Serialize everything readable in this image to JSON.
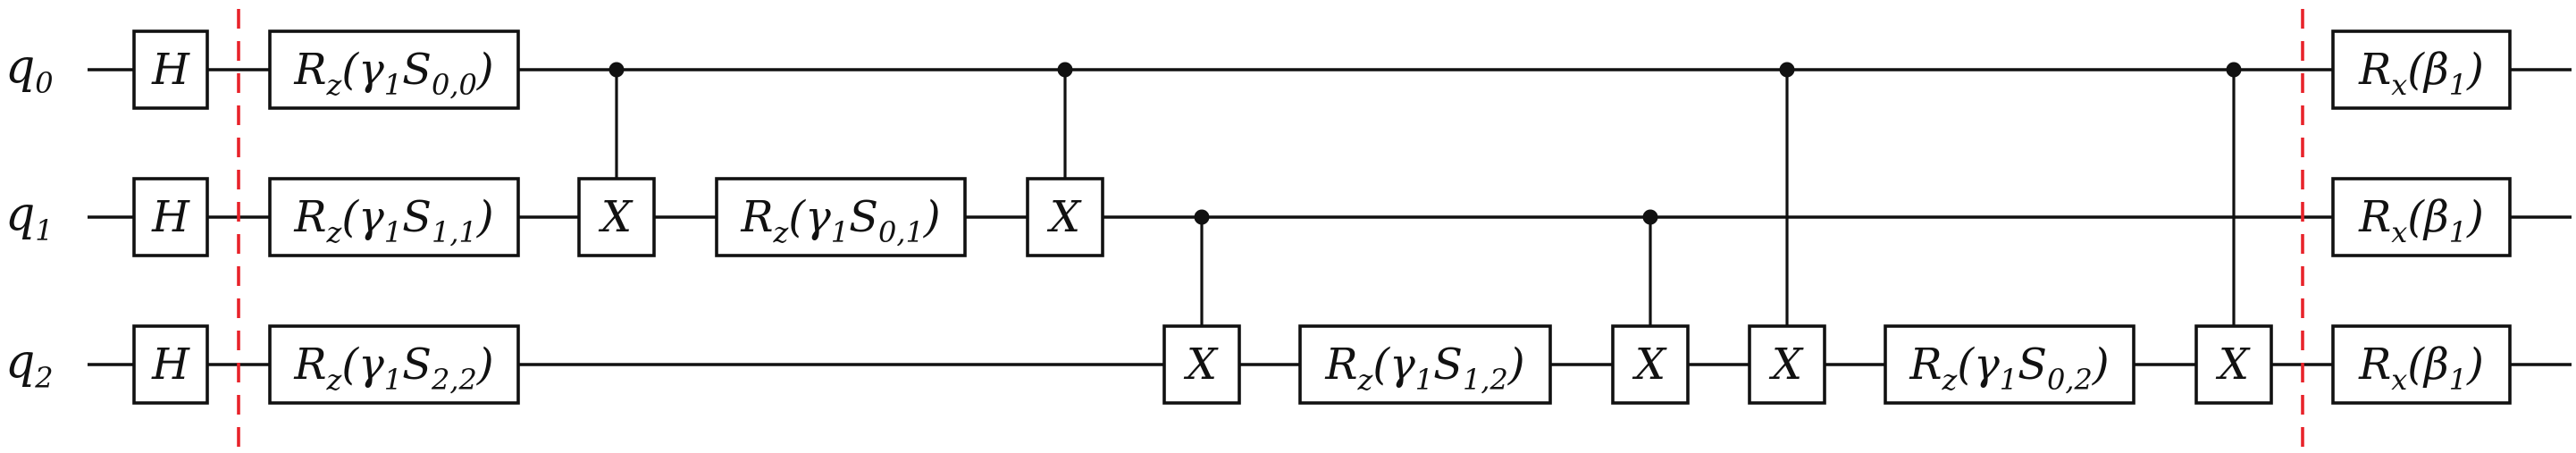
{
  "qubits": [
    {
      "name": "q",
      "index": "0"
    },
    {
      "name": "q",
      "index": "1"
    },
    {
      "name": "q",
      "index": "2"
    }
  ],
  "gates": [
    {
      "id": "h0",
      "qubit": 0,
      "label": "H"
    },
    {
      "id": "h1",
      "qubit": 1,
      "label": "H"
    },
    {
      "id": "h2",
      "qubit": 2,
      "label": "H"
    },
    {
      "id": "rz00",
      "qubit": 0,
      "base": "R",
      "sub": "z",
      "arg": "γ",
      "argSub": "1",
      "param": "S",
      "paramSub": "0,0"
    },
    {
      "id": "rz11",
      "qubit": 1,
      "base": "R",
      "sub": "z",
      "arg": "γ",
      "argSub": "1",
      "param": "S",
      "paramSub": "1,1"
    },
    {
      "id": "rz22",
      "qubit": 2,
      "base": "R",
      "sub": "z",
      "arg": "γ",
      "argSub": "1",
      "param": "S",
      "paramSub": "2,2"
    },
    {
      "id": "cx1",
      "qubit": 1,
      "label": "X"
    },
    {
      "id": "rz01",
      "qubit": 1,
      "base": "R",
      "sub": "z",
      "arg": "γ",
      "argSub": "1",
      "param": "S",
      "paramSub": "0,1"
    },
    {
      "id": "cx2",
      "qubit": 1,
      "label": "X"
    },
    {
      "id": "cx3",
      "qubit": 2,
      "label": "X"
    },
    {
      "id": "rz12",
      "qubit": 2,
      "base": "R",
      "sub": "z",
      "arg": "γ",
      "argSub": "1",
      "param": "S",
      "paramSub": "1,2"
    },
    {
      "id": "cx4",
      "qubit": 2,
      "label": "X"
    },
    {
      "id": "cx5",
      "qubit": 2,
      "label": "X"
    },
    {
      "id": "rz02",
      "qubit": 2,
      "base": "R",
      "sub": "z",
      "arg": "γ",
      "argSub": "1",
      "param": "S",
      "paramSub": "0,2"
    },
    {
      "id": "cx6",
      "qubit": 2,
      "label": "X"
    },
    {
      "id": "rx0",
      "qubit": 0,
      "base": "R",
      "sub": "x",
      "arg": "β",
      "argSub": "1"
    },
    {
      "id": "rx1",
      "qubit": 1,
      "base": "R",
      "sub": "x",
      "arg": "β",
      "argSub": "1"
    },
    {
      "id": "rx2",
      "qubit": 2,
      "base": "R",
      "sub": "x",
      "arg": "β",
      "argSub": "1"
    }
  ],
  "controls": [
    {
      "control": 0,
      "target": 1
    },
    {
      "control": 0,
      "target": 1
    },
    {
      "control": 1,
      "target": 2
    },
    {
      "control": 1,
      "target": 2
    },
    {
      "control": 0,
      "target": 2
    },
    {
      "control": 0,
      "target": 2
    }
  ],
  "barriers": [
    "after-hadamard",
    "before-mixer"
  ],
  "colors": {
    "wire": "#111111",
    "barrier": "#e8232a"
  }
}
